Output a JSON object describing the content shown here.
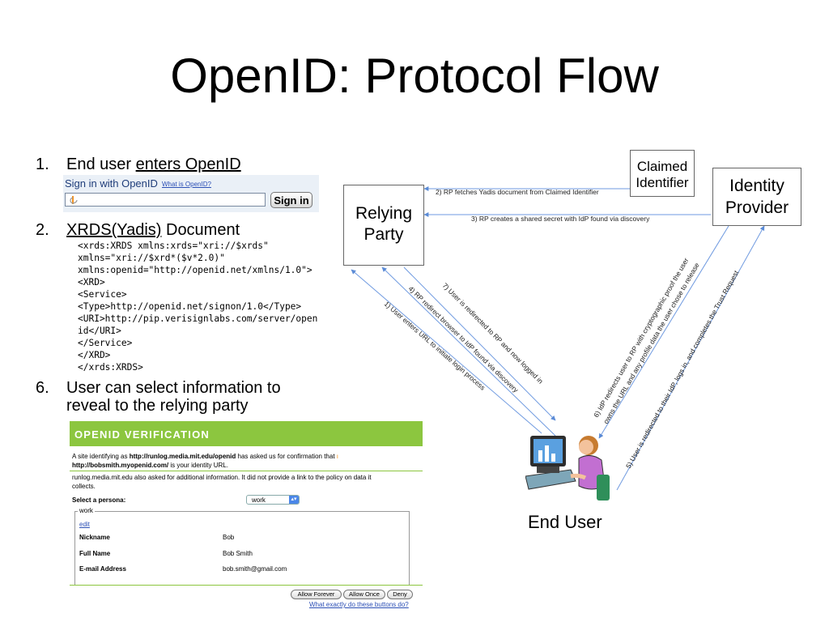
{
  "title": "OpenID: Protocol Flow",
  "list": [
    {
      "num": "1.",
      "pre": "End user ",
      "link": "enters OpenID"
    },
    {
      "num": "2.",
      "link": "XRDS(Yadis)",
      "post": " Document"
    },
    {
      "num": "6.",
      "line1": "User can select information to",
      "line2": "reveal to the relying party"
    }
  ],
  "xrds_code": [
    "<xrds:XRDS xmlns:xrds=\"xri://$xrds\"",
    "xmlns=\"xri://$xrd*($v*2.0)\"",
    "xmlns:openid=\"http://openid.net/xmlns/1.0\">",
    "<XRD>",
    "<Service>",
    "<Type>http://openid.net/signon/1.0</Type>",
    "<URI>http://pip.verisignlabs.com/server/open",
    "id</URI>",
    "</Service>",
    "</XRD>",
    "</xrds:XRDS>"
  ],
  "signin": {
    "label": "Sign in with OpenID",
    "help_link": "What is OpenID?",
    "button": "Sign in"
  },
  "verification": {
    "header": "OPENID VERIFICATION",
    "p1_a": "A site identifying as ",
    "p1_site": "http://runlog.media.mit.edu/openid",
    "p1_b": " has asked us for confirmation that ",
    "p1_url": "http://bobsmith.myopenid.com/",
    "p1_c": " is your identity URL.",
    "p2_line1": "runlog.media.mit.edu also asked for additional information. It did not provide a link to the policy on data it",
    "p2_line2": "collects.",
    "persona_label": "Select a persona:",
    "persona_value": "work",
    "fieldset_legend": "work",
    "edit_link": "edit",
    "fields": [
      {
        "label": "Nickname",
        "value": "Bob"
      },
      {
        "label": "Full Name",
        "value": "Bob Smith"
      },
      {
        "label": "E-mail Address",
        "value": "bob.smith@gmail.com"
      }
    ],
    "buttons": [
      "Allow Forever",
      "Allow Once",
      "Deny"
    ],
    "help_link": "What exactly do these buttons do?"
  },
  "diagram": {
    "relying_party": [
      "Relying",
      "Party"
    ],
    "claimed_identifier": [
      "Claimed",
      "Identifier"
    ],
    "identity_provider": [
      "Identity",
      "Provider"
    ],
    "end_user": "End User",
    "steps": [
      "1) User enters URL to initiate login process",
      "2) RP fetches Yadis document from Claimed Identifier",
      "3) RP creates a shared secret with IdP found via discovery",
      "4) RP redirect browser to IdP found via discovery",
      "5) User is redirected to their IdP, logs in, and completes the Trust Request",
      "6) IdP redirects user to RP with cryptographic proof the user",
      "owns the URL and any profile data the user chose to release",
      "7) User is redirected to RP and now logged in"
    ]
  }
}
